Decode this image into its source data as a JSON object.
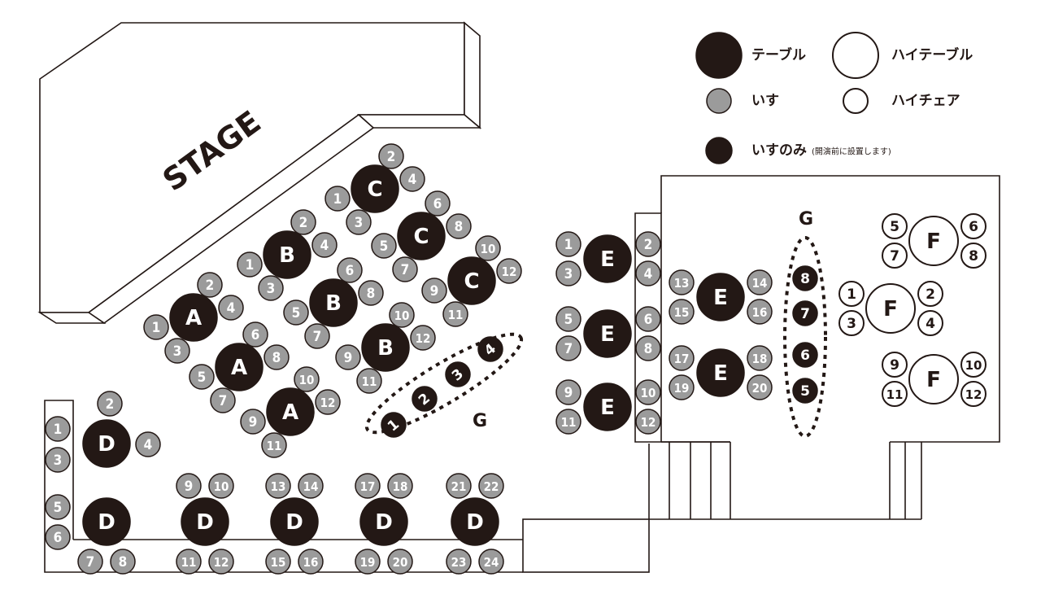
{
  "stage": {
    "label": "STAGE"
  },
  "legend": {
    "table": "テーブル",
    "chair": "いす",
    "high_table": "ハイテーブル",
    "high_chair": "ハイチェア",
    "chair_only": "いすのみ",
    "chair_only_note": "(開演前に設置します)"
  },
  "colors": {
    "table": "#231815",
    "chair": "#9b9b9b",
    "line": "#231815"
  },
  "groups": {
    "A": {
      "label": "A",
      "tables": [
        {
          "chairs": [
            "1",
            "2",
            "3",
            "4"
          ]
        },
        {
          "chairs": [
            "5",
            "6",
            "7",
            "8"
          ]
        },
        {
          "chairs": [
            "9",
            "10",
            "11",
            "12"
          ]
        }
      ]
    },
    "B": {
      "label": "B",
      "tables": [
        {
          "chairs": [
            "1",
            "2",
            "3",
            "4"
          ]
        },
        {
          "chairs": [
            "5",
            "6",
            "7",
            "8"
          ]
        },
        {
          "chairs": [
            "9",
            "10",
            "11",
            "12"
          ]
        }
      ]
    },
    "C": {
      "label": "C",
      "tables": [
        {
          "chairs": [
            "1",
            "2",
            "3",
            "4"
          ]
        },
        {
          "chairs": [
            "5",
            "6",
            "7",
            "8"
          ]
        },
        {
          "chairs": [
            "9",
            "10",
            "11",
            "12"
          ]
        }
      ]
    },
    "D": {
      "label": "D",
      "tables": [
        {
          "chairs": [
            "1",
            "2",
            "3",
            "4"
          ]
        },
        {
          "chairs": [
            "5",
            "6",
            "7",
            "8"
          ]
        },
        {
          "chairs": [
            "9",
            "10",
            "11",
            "12"
          ]
        },
        {
          "chairs": [
            "13",
            "14",
            "15",
            "16"
          ]
        },
        {
          "chairs": [
            "17",
            "18",
            "19",
            "20"
          ]
        },
        {
          "chairs": [
            "21",
            "22",
            "23",
            "24"
          ]
        }
      ]
    },
    "E": {
      "label": "E",
      "tables": [
        {
          "chairs": [
            "1",
            "2",
            "3",
            "4"
          ]
        },
        {
          "chairs": [
            "5",
            "6",
            "7",
            "8"
          ]
        },
        {
          "chairs": [
            "9",
            "10",
            "11",
            "12"
          ]
        },
        {
          "chairs": [
            "13",
            "14",
            "15",
            "16"
          ]
        },
        {
          "chairs": [
            "17",
            "18",
            "19",
            "20"
          ]
        }
      ]
    },
    "F": {
      "label": "F",
      "tables": [
        {
          "chairs": [
            "1",
            "2",
            "3",
            "4"
          ]
        },
        {
          "chairs": [
            "5",
            "6",
            "7",
            "8"
          ]
        },
        {
          "chairs": [
            "9",
            "10",
            "11",
            "12"
          ]
        }
      ]
    },
    "G": {
      "label": "G",
      "left_seats": [
        "1",
        "2",
        "3",
        "4"
      ],
      "right_seats": [
        "8",
        "7",
        "6",
        "5"
      ]
    }
  }
}
